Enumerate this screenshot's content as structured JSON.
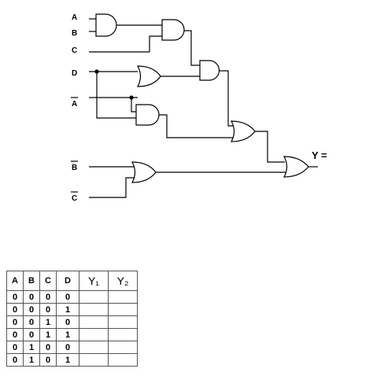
{
  "circuit": {
    "inputs": [
      {
        "label": "A",
        "inverted": false
      },
      {
        "label": "B",
        "inverted": false
      },
      {
        "label": "C",
        "inverted": false
      },
      {
        "label": "D",
        "inverted": false
      },
      {
        "label": "A",
        "inverted": true
      },
      {
        "label": "B",
        "inverted": true
      },
      {
        "label": "C",
        "inverted": true
      }
    ],
    "output_label": "Y ="
  },
  "truth_table": {
    "headers": [
      "A",
      "B",
      "C",
      "D",
      "Y₁",
      "Y₂"
    ],
    "rows": [
      [
        "0",
        "0",
        "0",
        "0",
        "",
        ""
      ],
      [
        "0",
        "0",
        "0",
        "1",
        "",
        ""
      ],
      [
        "0",
        "0",
        "1",
        "0",
        "",
        ""
      ],
      [
        "0",
        "0",
        "1",
        "1",
        "",
        ""
      ],
      [
        "0",
        "1",
        "0",
        "0",
        "",
        ""
      ],
      [
        "0",
        "1",
        "0",
        "1",
        "",
        ""
      ]
    ]
  }
}
